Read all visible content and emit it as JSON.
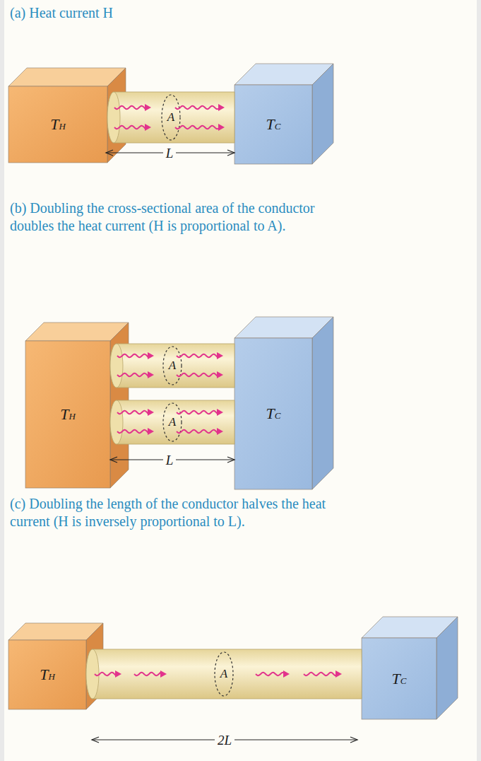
{
  "diagram": {
    "nodes": [
      {
        "text": [
          "TH"
        ]
      },
      {
        "text": [
          "A"
        ]
      },
      {
        "text": [
          "TC"
        ]
      },
      {
        "text": [
          "TH"
        ]
      },
      {
        "text": [
          "A"
        ]
      },
      {
        "text": [
          "A"
        ]
      },
      {
        "text": [
          "TC"
        ]
      },
      {
        "text": [
          "TH"
        ]
      },
      {
        "text": [
          "A"
        ]
      },
      {
        "text": [
          "TC"
        ]
      }
    ],
    "labels": [
      "(a) Heat current H",
      "L",
      "(b) Doubling the cross-sectional area of the conductor doubles the heat current (H is proportional to A).",
      "L",
      "(c) Doubling the length of the conductor halves the heat current (H is inversely proportional to L).",
      "2L"
    ]
  }
}
